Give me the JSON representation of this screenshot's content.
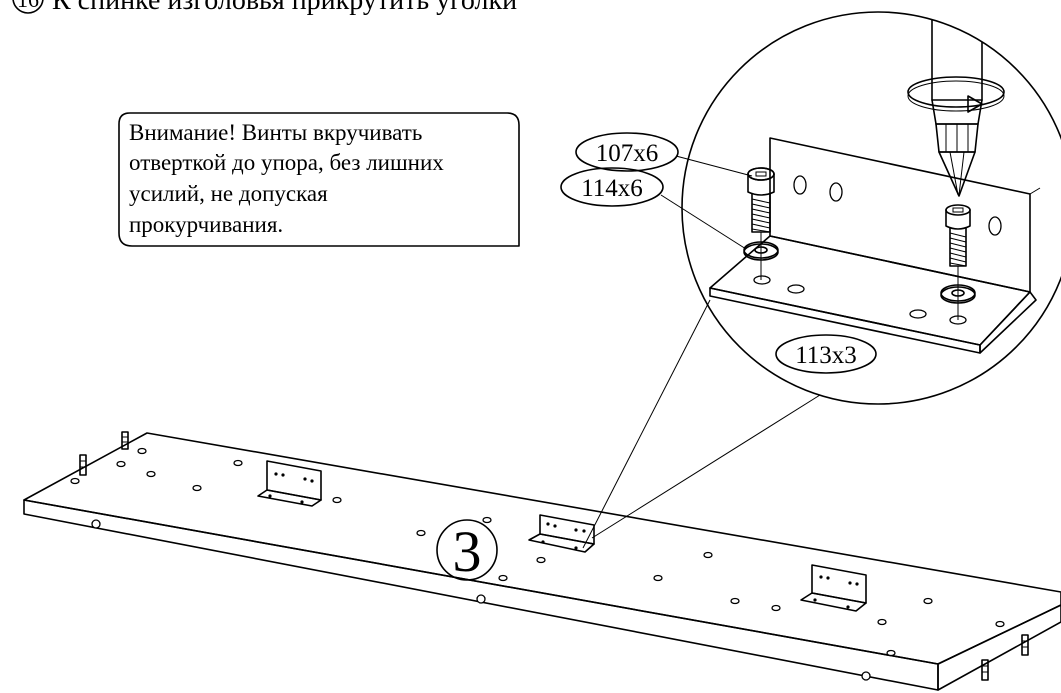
{
  "step": {
    "number": "16",
    "title": "К спинке изголовья прикрутить уголки"
  },
  "note": {
    "lines": [
      "Внимание! Винты вкручивать",
      "отверткой до упора, без лишних",
      "усилий, не допуская",
      "прокурчивания."
    ]
  },
  "callouts": {
    "screw": "107x6",
    "washer": "114x6",
    "bracket": "113x3"
  },
  "panel": {
    "part_number": "3"
  }
}
